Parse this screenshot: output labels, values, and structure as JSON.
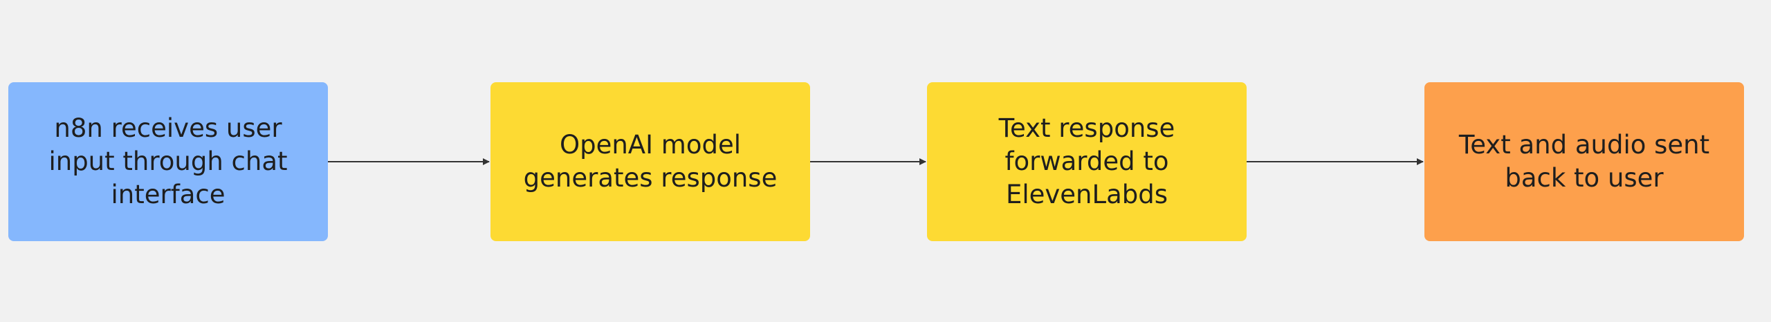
{
  "flow": {
    "steps": [
      {
        "label": "n8n receives user\ninput through chat\ninterface",
        "color": "#85b7fd"
      },
      {
        "label": "OpenAI model\ngenerates response",
        "color": "#fdda33"
      },
      {
        "label": "Text response\nforwarded to\nElevenLabds",
        "color": "#fdda33"
      },
      {
        "label": "Text and audio sent\nback to user",
        "color": "#fda04c"
      }
    ],
    "arrow_color": "#333333"
  }
}
